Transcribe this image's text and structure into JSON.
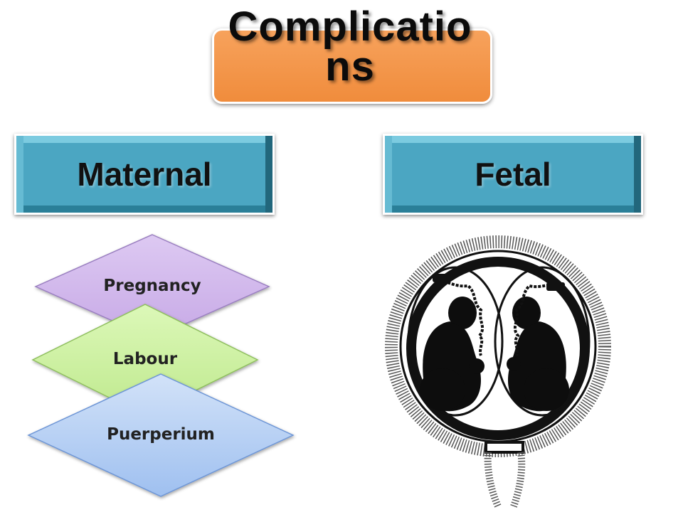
{
  "title": "Complications",
  "categories": {
    "maternal": "Maternal",
    "fetal": "Fetal"
  },
  "maternal_items": [
    {
      "label": "Pregnancy",
      "color": "#cdb4e8"
    },
    {
      "label": "Labour",
      "color": "#c8f0a0"
    },
    {
      "label": "Puerperium",
      "color": "#b2cdf4"
    }
  ],
  "colors": {
    "title_box": "#f4954b",
    "category_box": "#4aa9c4"
  },
  "illustration": "twins-in-uterus-illustration"
}
